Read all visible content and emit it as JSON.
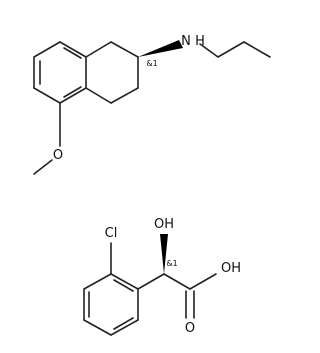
{
  "molecule_1": {
    "amine_label": "N",
    "amine_h_label": "H",
    "methoxy_o_label": "O",
    "stereo_label": "&1"
  },
  "molecule_2": {
    "chloro_label": "Cl",
    "alpha_oh_label": "OH",
    "acid_oh_label": "OH",
    "carbonyl_o_label": "O",
    "stereo_label": "&1"
  },
  "colors": {
    "bond": "#222222",
    "text": "#111111",
    "background": "#ffffff"
  }
}
